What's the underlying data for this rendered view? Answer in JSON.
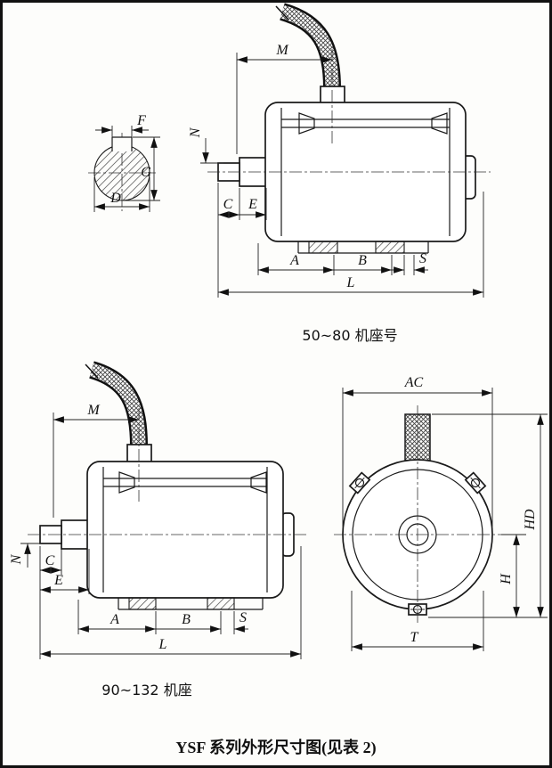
{
  "page": {
    "title": "YSF 系列外形尺寸图(见表 2)"
  },
  "views": {
    "top": {
      "caption": "50~80 机座号",
      "dims": {
        "M": "M",
        "N": "N",
        "C": "C",
        "E": "E",
        "A": "A",
        "B": "B",
        "S": "S",
        "L": "L"
      }
    },
    "shaft": {
      "dims": {
        "F": "F",
        "G": "G",
        "D": "D"
      }
    },
    "bottom": {
      "caption": "90~132 机座",
      "dims": {
        "M": "M",
        "N": "N",
        "C": "C",
        "E": "E",
        "A": "A",
        "B": "B",
        "S": "S",
        "L": "L"
      }
    },
    "end": {
      "dims": {
        "AC": "AC",
        "HD": "HD",
        "H": "H",
        "T": "T"
      }
    }
  }
}
